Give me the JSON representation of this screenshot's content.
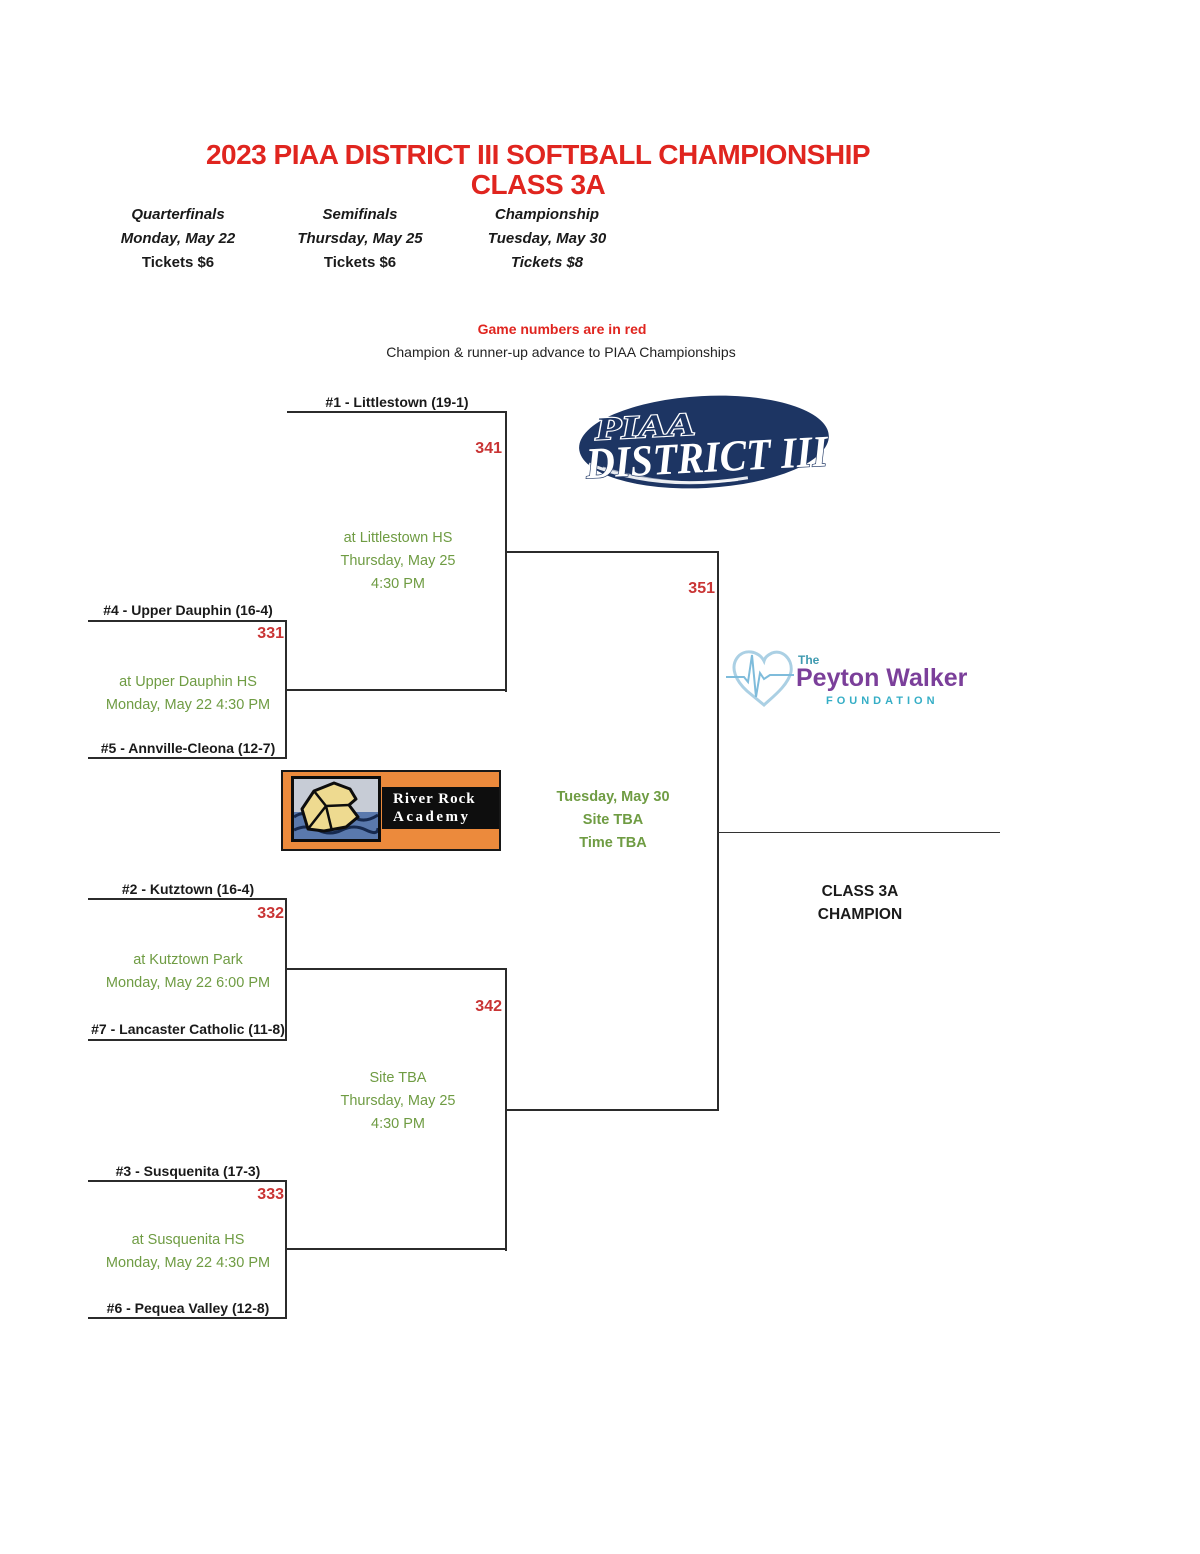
{
  "title": {
    "line1": "2023 PIAA DISTRICT III SOFTBALL CHAMPIONSHIP",
    "line2": "CLASS 3A"
  },
  "rounds": [
    {
      "name": "Quarterfinals",
      "date": "Monday, May 22",
      "tickets": "Tickets $6"
    },
    {
      "name": "Semifinals",
      "date": "Thursday, May 25",
      "tickets": "Tickets $6"
    },
    {
      "name": "Championship",
      "date": "Tuesday, May 30",
      "tickets": "Tickets $8"
    }
  ],
  "notes": {
    "game_numbers": "Game numbers are in red",
    "advance": "Champion & runner-up advance to PIAA Championships"
  },
  "bracket": {
    "bye_team": "#1 - Littlestown (19-1)",
    "quarterfinals": [
      {
        "game": "331",
        "top_team": "#4 - Upper Dauphin (16-4)",
        "bottom_team": "#5 - Annville-Cleona (12-7)",
        "venue": "at Upper Dauphin HS",
        "datetime": "Monday, May 22 4:30 PM"
      },
      {
        "game": "332",
        "top_team": "#2 - Kutztown (16-4)",
        "bottom_team": "#7 - Lancaster Catholic (11-8)",
        "venue": "at Kutztown Park",
        "datetime": "Monday, May 22 6:00 PM"
      },
      {
        "game": "333",
        "top_team": "#3 - Susquenita (17-3)",
        "bottom_team": "#6 - Pequea Valley (12-8)",
        "venue": "at Susquenita HS",
        "datetime": "Monday, May 22 4:30 PM"
      }
    ],
    "semifinals": [
      {
        "game": "341",
        "line1": "at Littlestown HS",
        "line2": "Thursday, May 25",
        "line3": "4:30 PM"
      },
      {
        "game": "342",
        "line1": "Site TBA",
        "line2": "Thursday, May 25",
        "line3": "4:30 PM"
      }
    ],
    "final": {
      "game": "351",
      "line1": "Tuesday, May 30",
      "line2": "Site TBA",
      "line3": "Time TBA"
    },
    "champion_label": {
      "line1": "CLASS 3A",
      "line2": "CHAMPION"
    }
  },
  "logos": {
    "piaa_district": {
      "line1": "PIAA",
      "line2": "DISTRICT III"
    },
    "river_rock": {
      "line1": "River Rock",
      "line2": "Academy"
    },
    "peyton_walker": {
      "the": "The",
      "name": "Peyton Walker",
      "foundation": "FOUNDATION"
    }
  },
  "colors": {
    "heading_red": "#e0251f",
    "game_number_red": "#c93434",
    "info_green": "#6f9c43",
    "piaa_navy": "#1d3563",
    "river_rock_orange": "#ec8a3c",
    "peyton_purple": "#7b3f9a",
    "peyton_teal": "#35aec6"
  }
}
